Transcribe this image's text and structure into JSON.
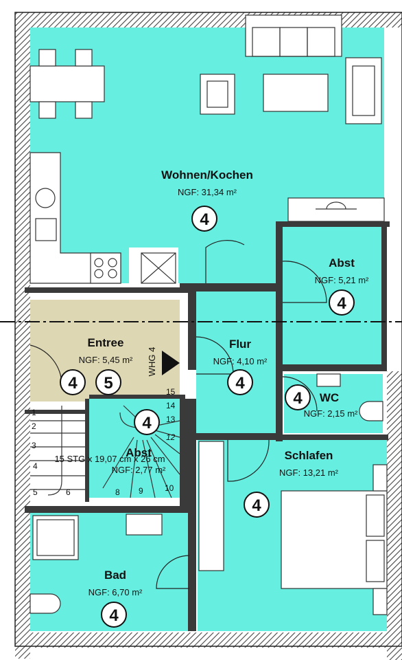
{
  "rooms": {
    "wohnen": {
      "name": "Wohnen/Kochen",
      "area": "NGF: 31,34 m²",
      "badge": "4"
    },
    "abst_top": {
      "name": "Abst",
      "area": "NGF: 5,21 m²",
      "badge": "4"
    },
    "entree": {
      "name": "Entree",
      "area": "NGF: 5,45 m²",
      "badge_a": "4",
      "badge_b": "5"
    },
    "flur": {
      "name": "Flur",
      "area": "NGF: 4,10 m²",
      "badge": "4"
    },
    "wc": {
      "name": "WC",
      "area": "NGF: 2,15 m²",
      "badge": "4"
    },
    "abst_stair": {
      "name": "Abst",
      "area": "NGF: 2,77 m²",
      "badge": "4"
    },
    "schlafen": {
      "name": "Schlafen",
      "area": "NGF: 13,21 m²",
      "badge": "4"
    },
    "bad": {
      "name": "Bad",
      "area": "NGF: 6,70 m²",
      "badge": "4"
    }
  },
  "unit_label": "WHG 4",
  "stair": {
    "note": "15 STG x 19,07 cm x 26 cm",
    "steps": [
      "1",
      "2",
      "3",
      "4",
      "5",
      "6",
      "8",
      "9",
      "10",
      "12",
      "13",
      "14",
      "15"
    ]
  },
  "colors": {
    "room_fill": "#66eee0",
    "entree_fill": "#ddd7b3",
    "wall": "#3a3a3a"
  }
}
